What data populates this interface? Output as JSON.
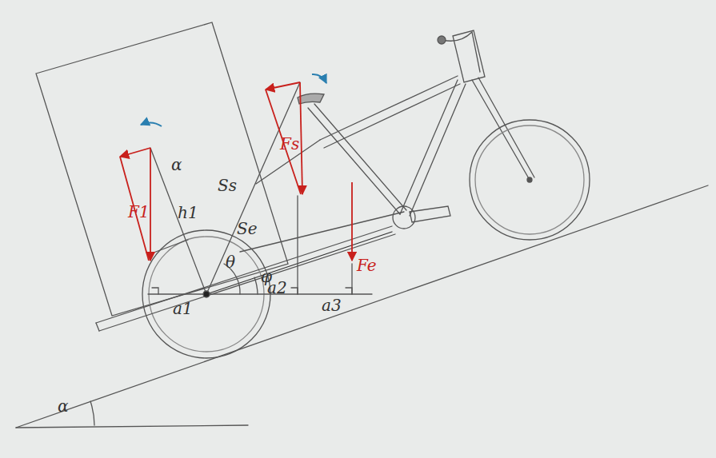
{
  "diagram": {
    "labels": [
      "α",
      "h1",
      "F1",
      "Ss",
      "Fs",
      "θ",
      "φ",
      "Se",
      "a2",
      "Fe",
      "a1",
      "a3",
      "α"
    ]
  }
}
